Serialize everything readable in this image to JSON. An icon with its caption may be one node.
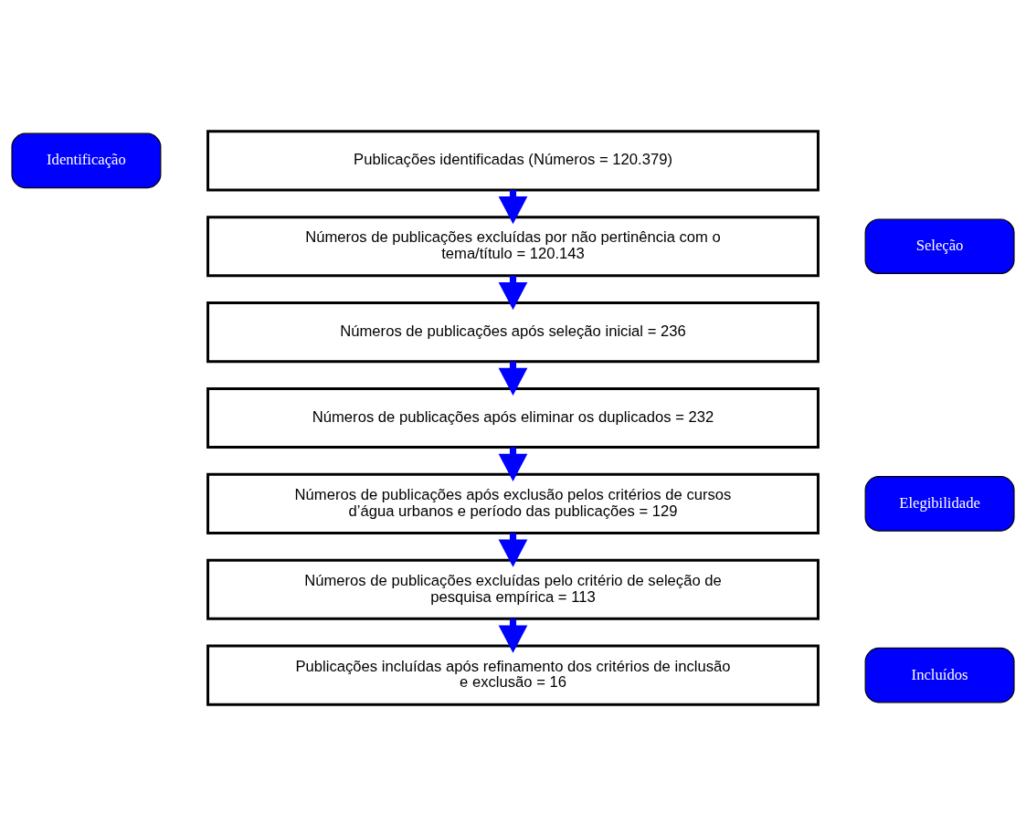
{
  "diagram": {
    "nodes": [
      {
        "text": [
          "Identificação"
        ]
      },
      {
        "text": [
          "Publicações identificadas (Números = 120.379)"
        ]
      },
      {
        "text": [
          "Números de publicações excluídas por não pertinência com o tema/título = 120.143"
        ]
      },
      {
        "text": [
          "Seleção"
        ]
      },
      {
        "text": [
          "Números de publicações após seleção inicial = 236"
        ]
      },
      {
        "text": [
          "Números de publicações após eliminar os duplicados = 232"
        ]
      },
      {
        "text": [
          "Elegibilidade"
        ]
      },
      {
        "text": [
          "Números de publicações após exclusão pelos critérios de cursos d’água urbanos e período das publicações = 129"
        ]
      },
      {
        "text": [
          "Números de publicações excluídas pelo critério de seleção de pesquisa empírica = 113"
        ]
      },
      {
        "text": [
          "Incluídos"
        ]
      },
      {
        "text": [
          "Publicações incluídas após refinamento dos critérios de inclusão e exclusão = 16"
        ]
      }
    ],
    "edges": [
      {
        "from": 1,
        "to": 2,
        "arrow": "to"
      },
      {
        "from": 2,
        "to": 4,
        "arrow": "to"
      },
      {
        "from": 4,
        "to": 5,
        "arrow": "to"
      },
      {
        "from": 5,
        "to": 7,
        "arrow": "to"
      },
      {
        "from": 7,
        "to": 8,
        "arrow": "to"
      },
      {
        "from": 8,
        "to": 10,
        "arrow": "to"
      }
    ]
  }
}
